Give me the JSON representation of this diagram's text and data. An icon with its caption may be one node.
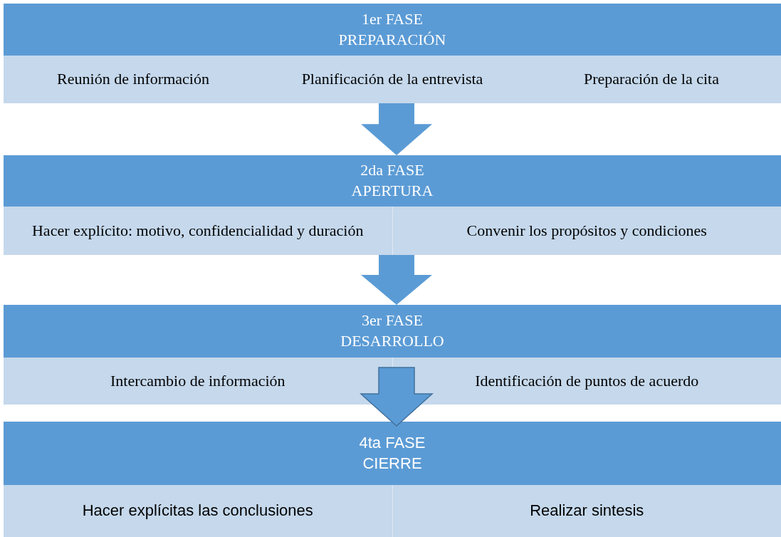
{
  "diagram": {
    "nodes": [
      {
        "text": [
          "1er FASE",
          "PREPARACIÓN"
        ]
      },
      {
        "text": [
          "Reunión de información"
        ],
        "in": 0
      },
      {
        "text": [
          "Planificación de la entrevista"
        ],
        "in": 0
      },
      {
        "text": [
          "Preparación de la cita"
        ],
        "in": 0
      },
      {
        "text": [
          "2da FASE",
          "APERTURA"
        ]
      },
      {
        "text": [
          "Hacer explícito: motivo, confidencialidad y duración"
        ],
        "in": 4
      },
      {
        "text": [
          "Convenir los propósitos y condiciones"
        ],
        "in": 4
      },
      {
        "text": [
          "3er FASE",
          "DESARROLLO"
        ]
      },
      {
        "text": [
          "Intercambio de información"
        ],
        "in": 7
      },
      {
        "text": [
          "Identificación de puntos de acuerdo"
        ],
        "in": 7
      },
      {
        "text": [
          "4ta FASE",
          "CIERRE"
        ]
      },
      {
        "text": [
          "Hacer explícitas las conclusiones"
        ],
        "in": 10
      },
      {
        "text": [
          "Realizar sintesis"
        ],
        "in": 10
      }
    ],
    "edges": [
      {
        "from": 0,
        "to": 4,
        "arrow": "to"
      },
      {
        "from": 4,
        "to": 7,
        "arrow": "to"
      },
      {
        "from": 7,
        "to": 10,
        "arrow": "to"
      }
    ]
  }
}
